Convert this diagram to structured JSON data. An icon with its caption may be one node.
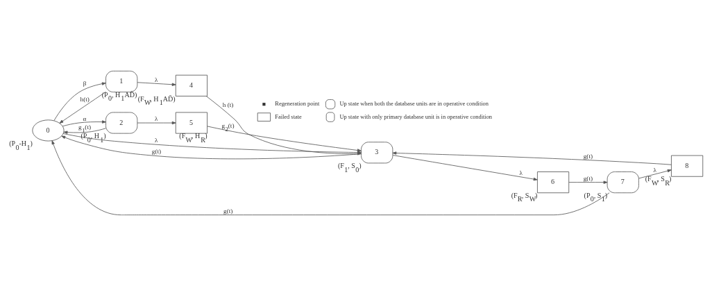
{
  "diagram": {
    "nodes": [
      {
        "text": [
          "0"
        ],
        "beside": [
          "(P$_{0}$-H$_{1}$)"
        ]
      },
      {
        "text": [
          "1"
        ],
        "beside": [
          "(P$_{0}$, H$_{1}$AD̄)"
        ]
      },
      {
        "text": [
          "2"
        ],
        "beside": [
          "(P$_{0}$, H$_{1}$)"
        ]
      },
      {
        "text": [
          "3"
        ],
        "beside": [
          "(F$_{1}$, S$_{0}$)"
        ]
      },
      {
        "text": [
          "4"
        ],
        "beside": [
          "(F$_{W}$, H$_{1}$AD̄)"
        ]
      },
      {
        "text": [
          "5"
        ],
        "beside": [
          "(F$_{W}$, H$_{R}$)"
        ]
      },
      {
        "text": [
          "6"
        ],
        "beside": [
          "(F$_{R}$, S$_{W}$)"
        ]
      },
      {
        "text": [
          "7"
        ],
        "beside": [
          "(P$_{0}$, S$_{1}$)"
        ]
      },
      {
        "text": [
          "8"
        ],
        "beside": [
          "(F$_{W}$, S$_{R}$)"
        ]
      }
    ],
    "edges": [
      {
        "from": 1,
        "to": 0,
        "arrow": "to",
        "label": "h(t)"
      },
      {
        "from": 0,
        "to": 1,
        "arrow": "to",
        "label": "β"
      },
      {
        "from": 1,
        "to": 4,
        "arrow": "to",
        "label": "λ"
      },
      {
        "from": 0,
        "to": 2,
        "arrow": "to",
        "label": "α"
      },
      {
        "from": 2,
        "to": 0,
        "arrow": "to",
        "label": "g$_{1}$(t)"
      },
      {
        "from": 0,
        "to": 3,
        "arrow": "to",
        "label": "λ"
      },
      {
        "from": 3,
        "to": 0,
        "arrow": "to",
        "label": "g(t)"
      },
      {
        "from": 4,
        "to": 3,
        "arrow": "to",
        "label": "h (t)"
      },
      {
        "from": 3,
        "to": 6,
        "arrow": "to",
        "label": "λ"
      },
      {
        "from": 8,
        "to": 3,
        "arrow": "to",
        "label": "g(t)"
      },
      {
        "from": 6,
        "to": 7,
        "arrow": "to",
        "label": "g(t)"
      },
      {
        "from": 7,
        "to": 0,
        "arrow": "to",
        "label": "g(t)"
      },
      {
        "from": 7,
        "to": 8,
        "arrow": "to",
        "label": "λ"
      },
      {
        "from": 2,
        "to": 5,
        "arrow": "to",
        "label": "λ"
      },
      {
        "from": 5,
        "to": 3,
        "arrow": "to",
        "label": "g$_{2}$(t)"
      }
    ],
    "legend": [
      {
        "text": "Regeneration point"
      },
      {
        "text": "Up state when both the database units are in operative condition"
      },
      {
        "text": "Failed state"
      },
      {
        "text": "Up state with only primary database unit is in operative condition"
      }
    ]
  }
}
